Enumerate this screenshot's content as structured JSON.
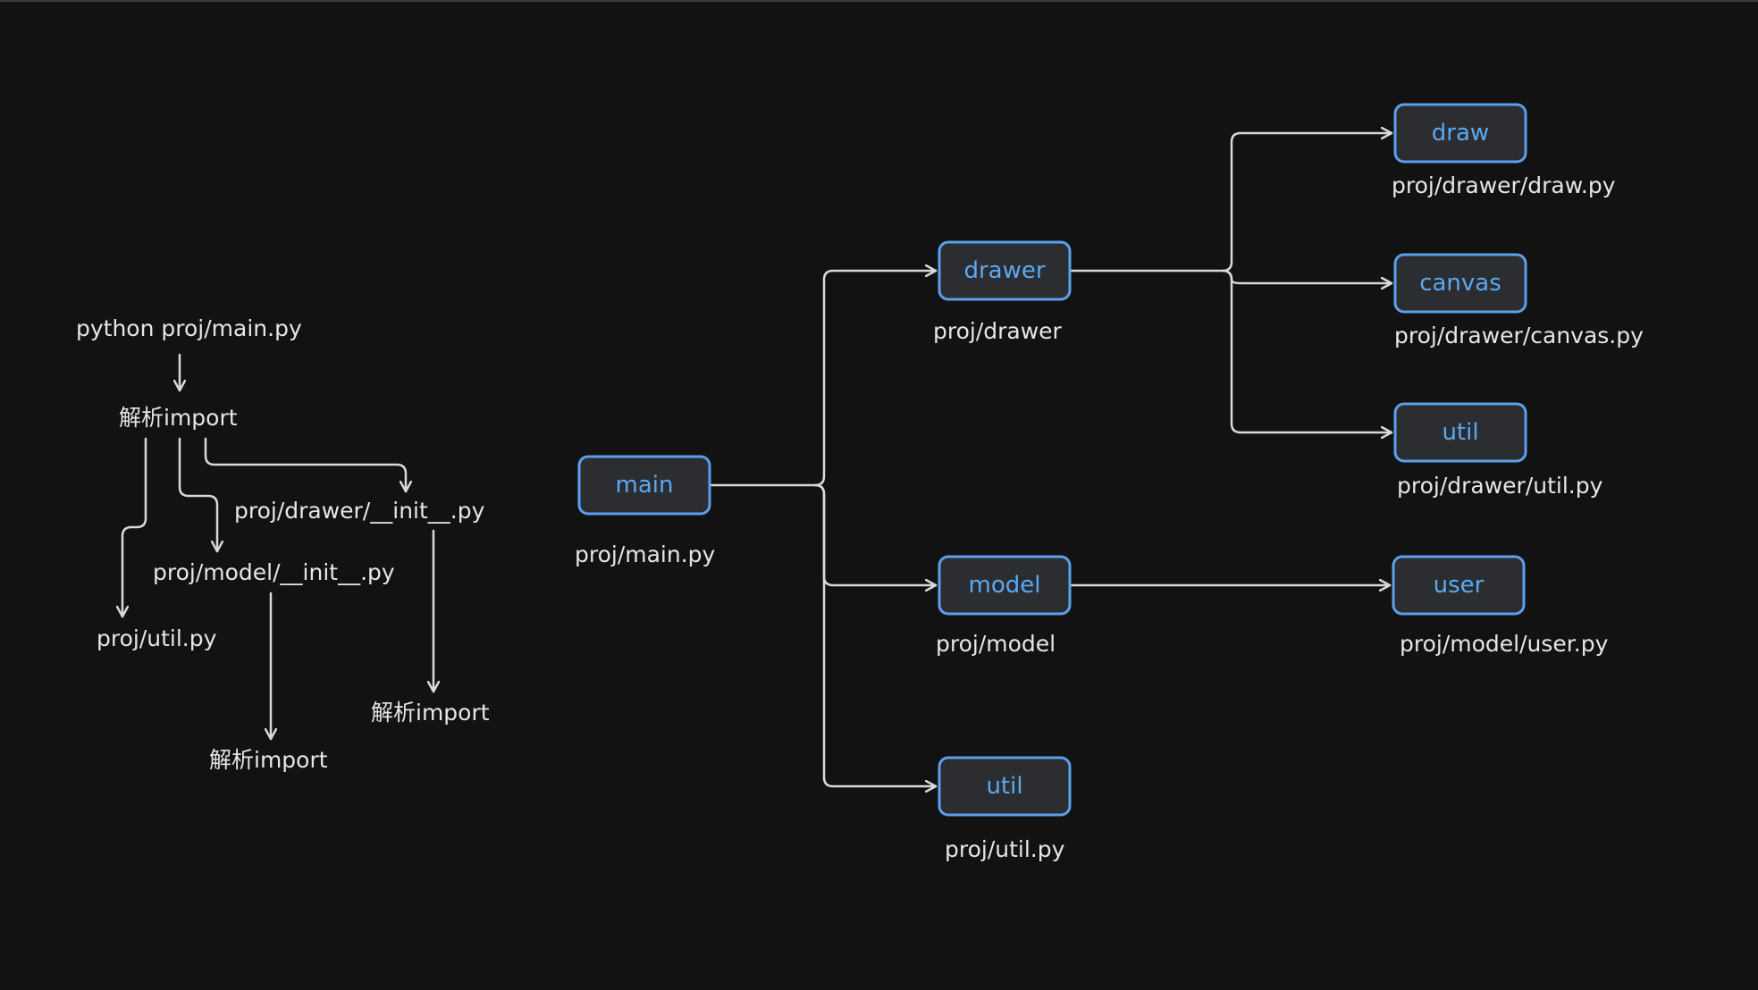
{
  "colors": {
    "background": "#121212",
    "node_fill": "#2b2d31",
    "node_border": "#5aa0ec",
    "node_text": "#5aa9f2",
    "line": "#d9d9d9",
    "label": "#e6e6e6"
  },
  "flow": {
    "start": "python proj/main.py",
    "parse_1": "解析import",
    "drawer_init": "proj/drawer/__init__.py",
    "model_init": "proj/model/__init__.py",
    "util_file": "proj/util.py",
    "parse_2": "解析import",
    "parse_3": "解析import"
  },
  "tree": {
    "main": {
      "name": "main",
      "path": "proj/main.py"
    },
    "drawer": {
      "name": "drawer",
      "path": "proj/drawer"
    },
    "model": {
      "name": "model",
      "path": "proj/model"
    },
    "util": {
      "name": "util",
      "path": "proj/util.py"
    },
    "draw": {
      "name": "draw",
      "path": "proj/drawer/draw.py"
    },
    "canvas": {
      "name": "canvas",
      "path": "proj/drawer/canvas.py"
    },
    "drawer_util": {
      "name": "util",
      "path": "proj/drawer/util.py"
    },
    "user": {
      "name": "user",
      "path": "proj/model/user.py"
    }
  }
}
